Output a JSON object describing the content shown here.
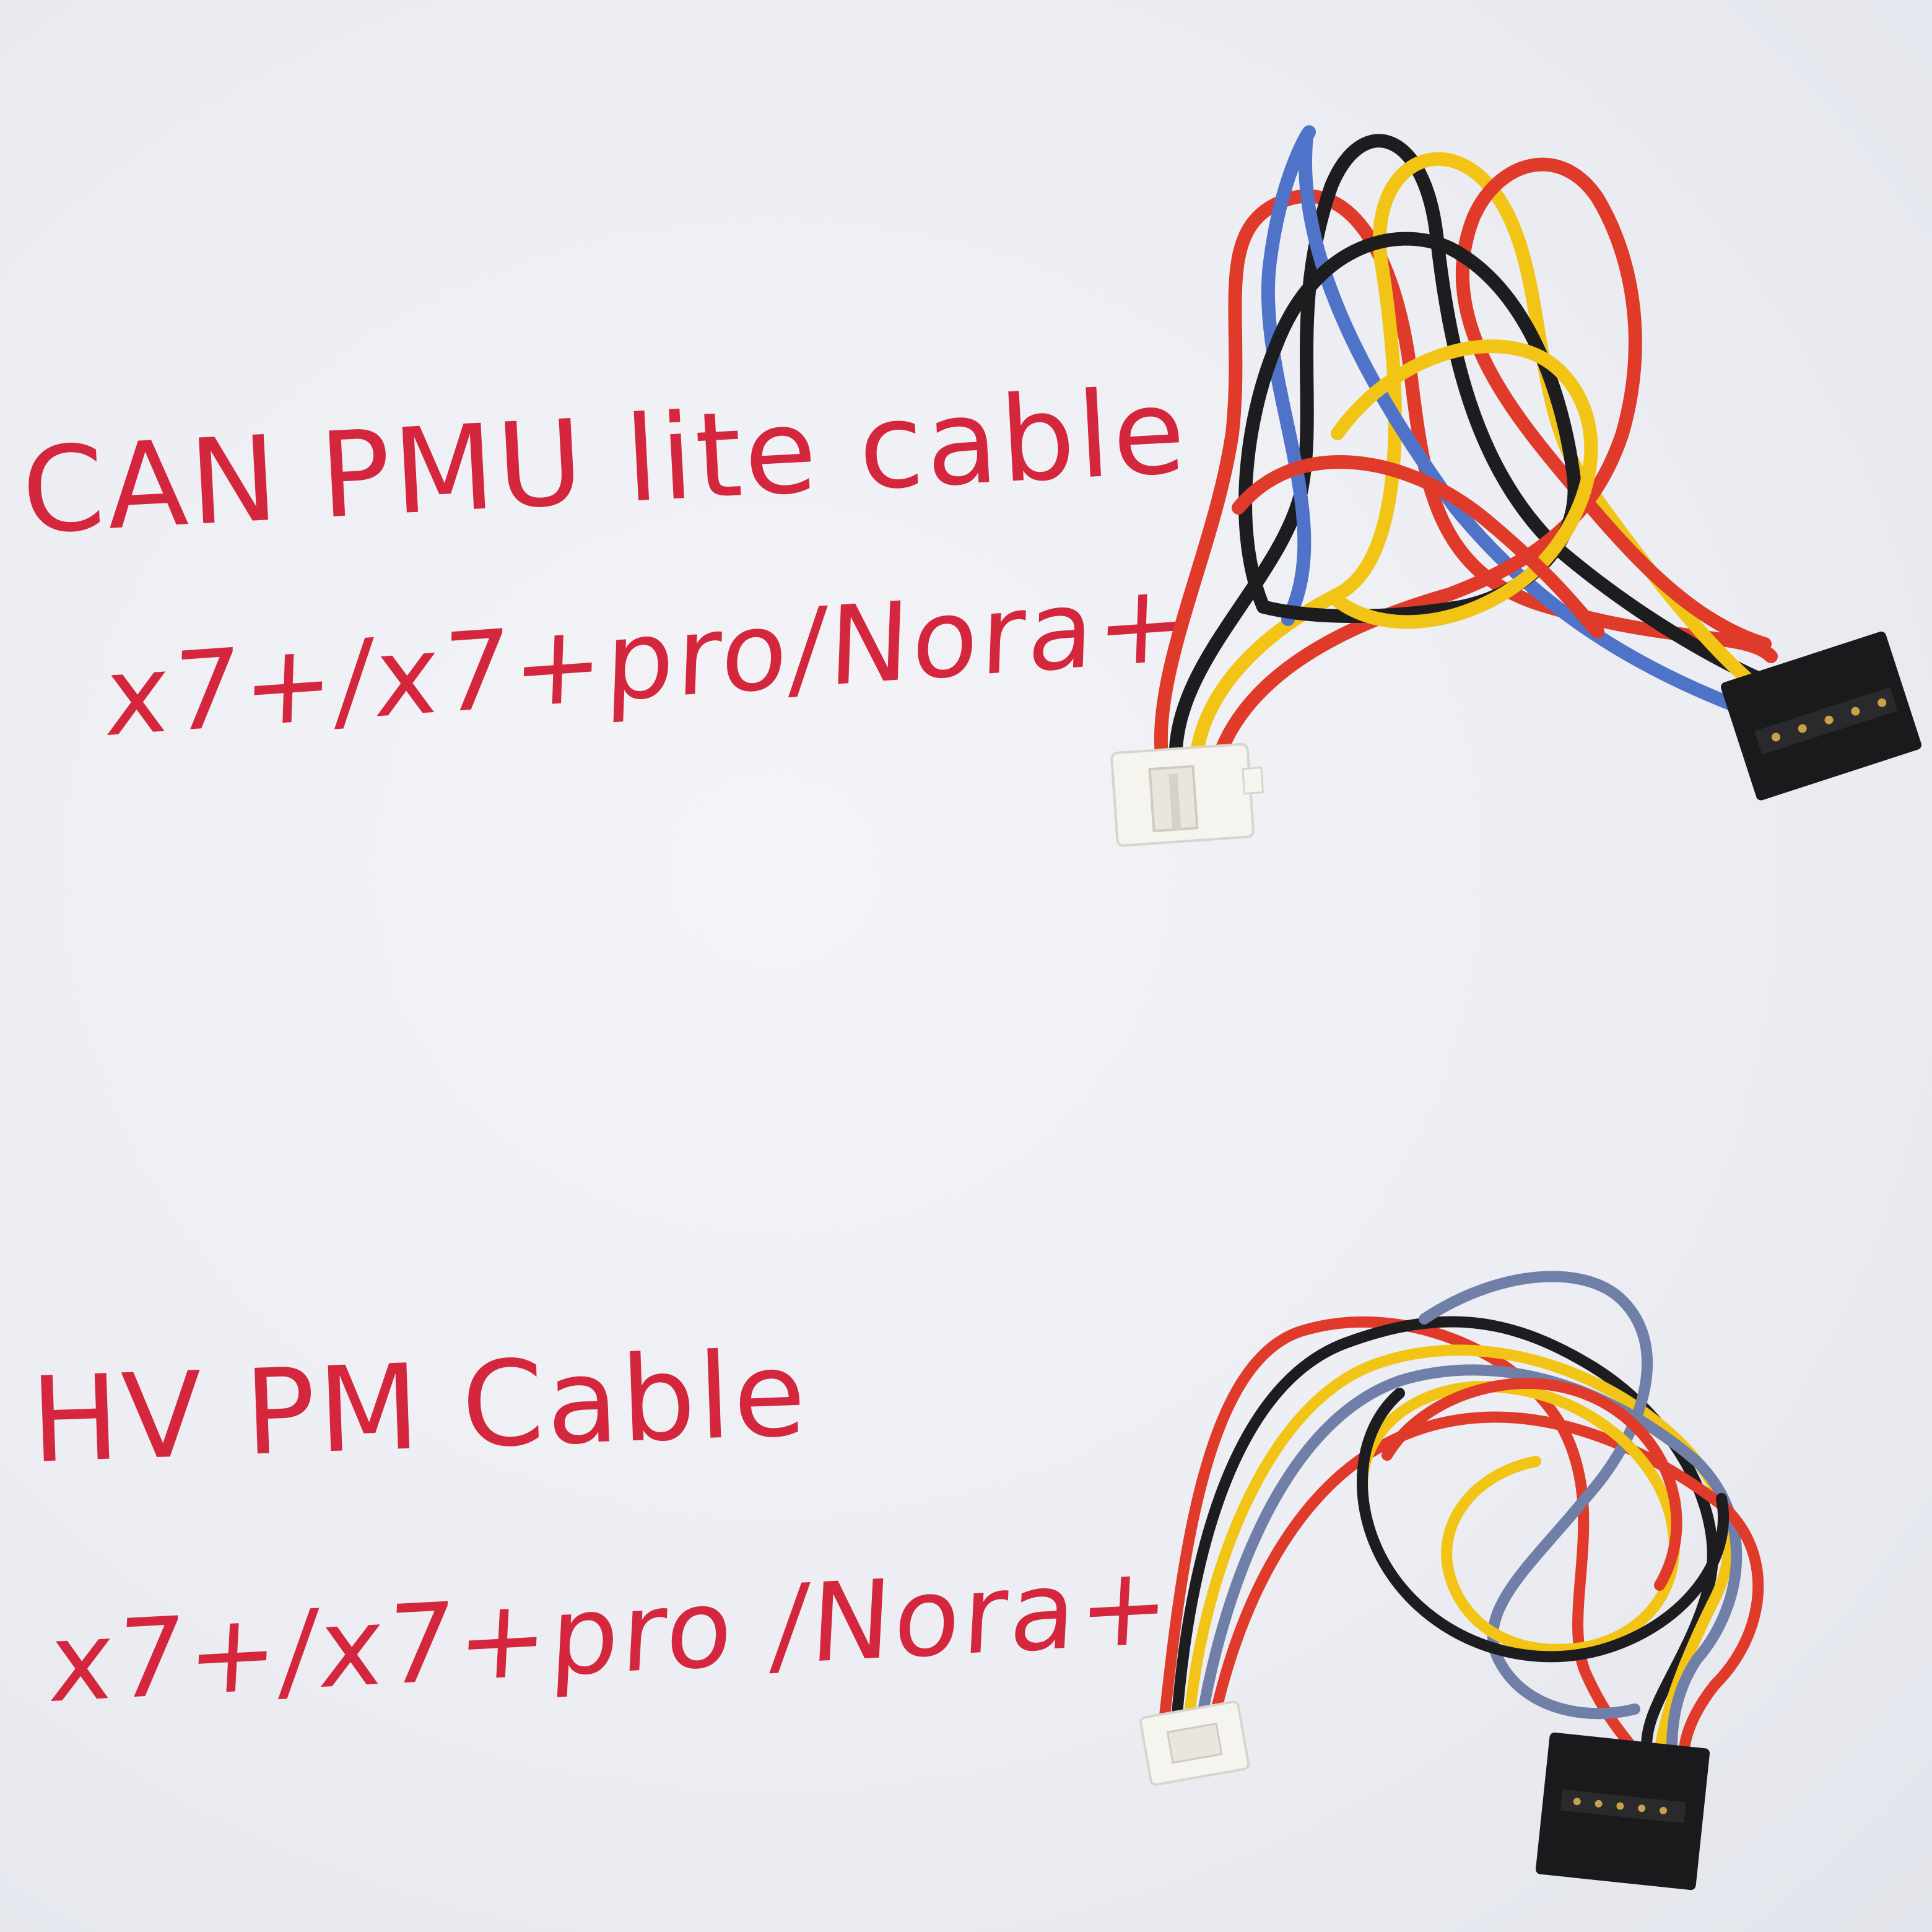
{
  "ink_color": "#d4263c",
  "labels": {
    "cable1_name": "CAN PMU lite  cable",
    "cable1_models": "x7+/x7+pro/Nora+",
    "cable2_name": "HV PM  Cable",
    "cable2_models": "x7+/x7+pro /Nora+"
  },
  "wire_colors": {
    "red": "#e03a2a",
    "blue": "#4f73c9",
    "yellow": "#f2c415",
    "black": "#1d1d1f",
    "slate": "#6f7fa8"
  },
  "connectors": {
    "white_jst": "#f6f4ee",
    "black_header": "#1a1a1c",
    "gold_pin": "#c8a24a"
  }
}
